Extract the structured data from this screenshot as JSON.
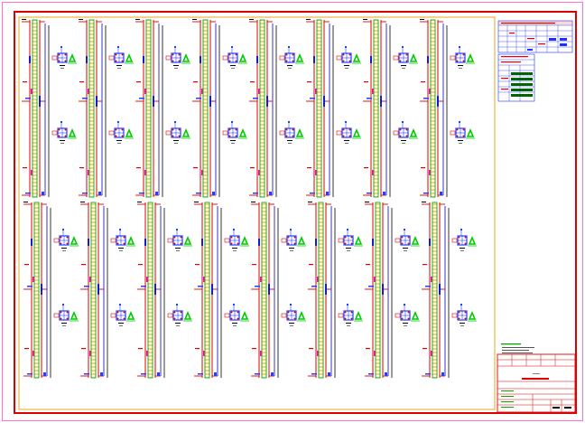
{
  "document": {
    "type": "CAD drawing sheet",
    "title_block": {
      "drawing_title": "",
      "rows": [],
      "sheet_no": ""
    },
    "legend_tables": [],
    "column_details": {
      "rows": 2,
      "columns_top_row": 8,
      "columns_bottom_row": 8,
      "section_marks_per_column": 2
    }
  },
  "colors": {
    "page_border": "#ff4fc0",
    "frame": "#dd0000",
    "inner_frame": "#e8a000",
    "rebar_main": "#00aa00",
    "rebar_hatch": "#ffb000",
    "column_red": "#e00000",
    "column_blue": "#0000cc",
    "section_green": "#00cc00",
    "section_blue": "#2040ff",
    "text_black": "#000000",
    "magenta": "#ff00cc"
  }
}
